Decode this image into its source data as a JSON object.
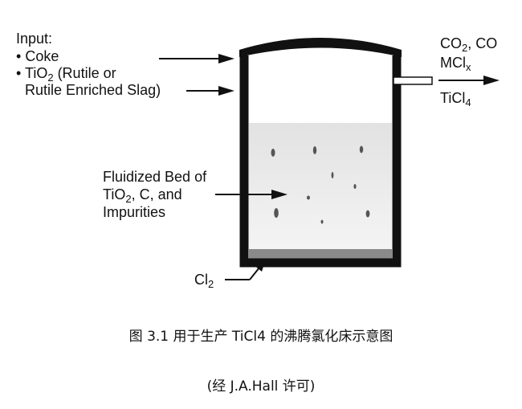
{
  "input": {
    "heading": "Input:",
    "bullet": "•",
    "coke": "Coke",
    "tio2_pre": "TiO",
    "tio2_sub": "2",
    "tio2_post": " (Rutile or",
    "rutile_line2": "Rutile Enriched Slag)"
  },
  "output": {
    "co2_pre": "CO",
    "co2_sub": "2",
    "co2_post": ", CO",
    "mcl_pre": "MCl",
    "mcl_sub": "x",
    "ticl_pre": "TiCl",
    "ticl_sub": "4"
  },
  "bed": {
    "line1": "Fluidized Bed of",
    "line2_pre": "TiO",
    "line2_sub": "2",
    "line2_post": ", C,  and",
    "line3": "Impurities"
  },
  "chlorine": {
    "pre": "Cl",
    "sub": "2"
  },
  "caption": {
    "title": "图 3.1 用于生产 TiCl4 的沸腾氯化床示意图",
    "credit": "(经 J.A.Hall 许可)"
  },
  "colors": {
    "ink": "#111111",
    "bed_top": "#e2e2e2",
    "bed_bottom": "#f4f4f4",
    "distributor": "#8a8a8a",
    "particle": "#555555"
  }
}
